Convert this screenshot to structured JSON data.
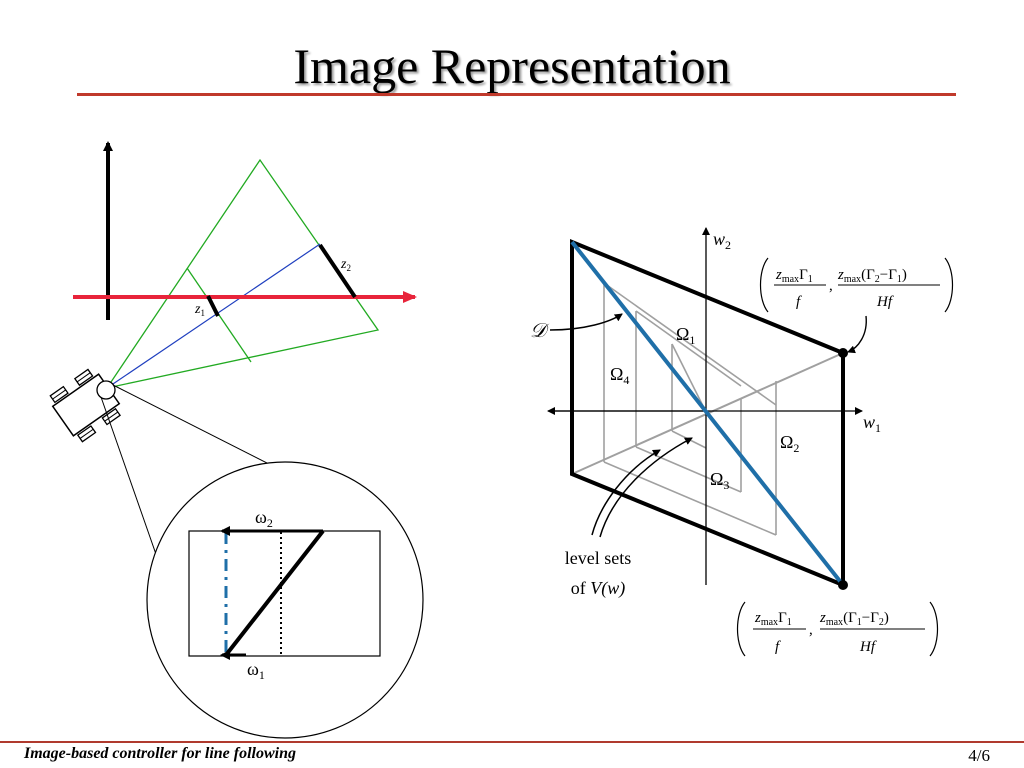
{
  "slide": {
    "title": "Image Representation",
    "footer": "Image-based controller for line following",
    "page": "4/6"
  },
  "colors": {
    "title_rule": "#c0392b",
    "road_line": "#e8243a",
    "field_of_view": "#22aa22",
    "optical_axis": "#1f3fbf",
    "image_line": "#1f6fa8",
    "level_sets": "#a0a0a0"
  },
  "left_diagram": {
    "z1_label": "z",
    "z1_sub": "1",
    "z2_label": "z",
    "z2_sub": "2",
    "omega1_label": "ω",
    "omega1_sub": "1",
    "omega2_label": "ω",
    "omega2_sub": "2"
  },
  "right_diagram": {
    "w1_label": "w",
    "w1_sub": "1",
    "w2_label": "w",
    "w2_sub": "2",
    "d_label": "𝒟",
    "regions": [
      {
        "label": "Ω",
        "sub": "1"
      },
      {
        "label": "Ω",
        "sub": "2"
      },
      {
        "label": "Ω",
        "sub": "3"
      },
      {
        "label": "Ω",
        "sub": "4"
      }
    ],
    "level_sets_line1": "level sets",
    "level_sets_line2_prefix": "of ",
    "level_sets_line2_func": "V(w)",
    "top_point": {
      "z": "z",
      "max": "max",
      "gamma1": "Γ",
      "sub1": "1",
      "f": "f",
      "comma": ",",
      "gamma_diff": "Γ",
      "d1": "2",
      "minus": "−",
      "d2": "1",
      "hf": "Hf"
    },
    "bottom_point": {
      "z": "z",
      "max": "max",
      "gamma1": "Γ",
      "sub1": "1",
      "f": "f",
      "comma": ",",
      "gamma_diff": "Γ",
      "d1": "1",
      "minus": "−",
      "d2": "2",
      "hf": "Hf"
    }
  }
}
